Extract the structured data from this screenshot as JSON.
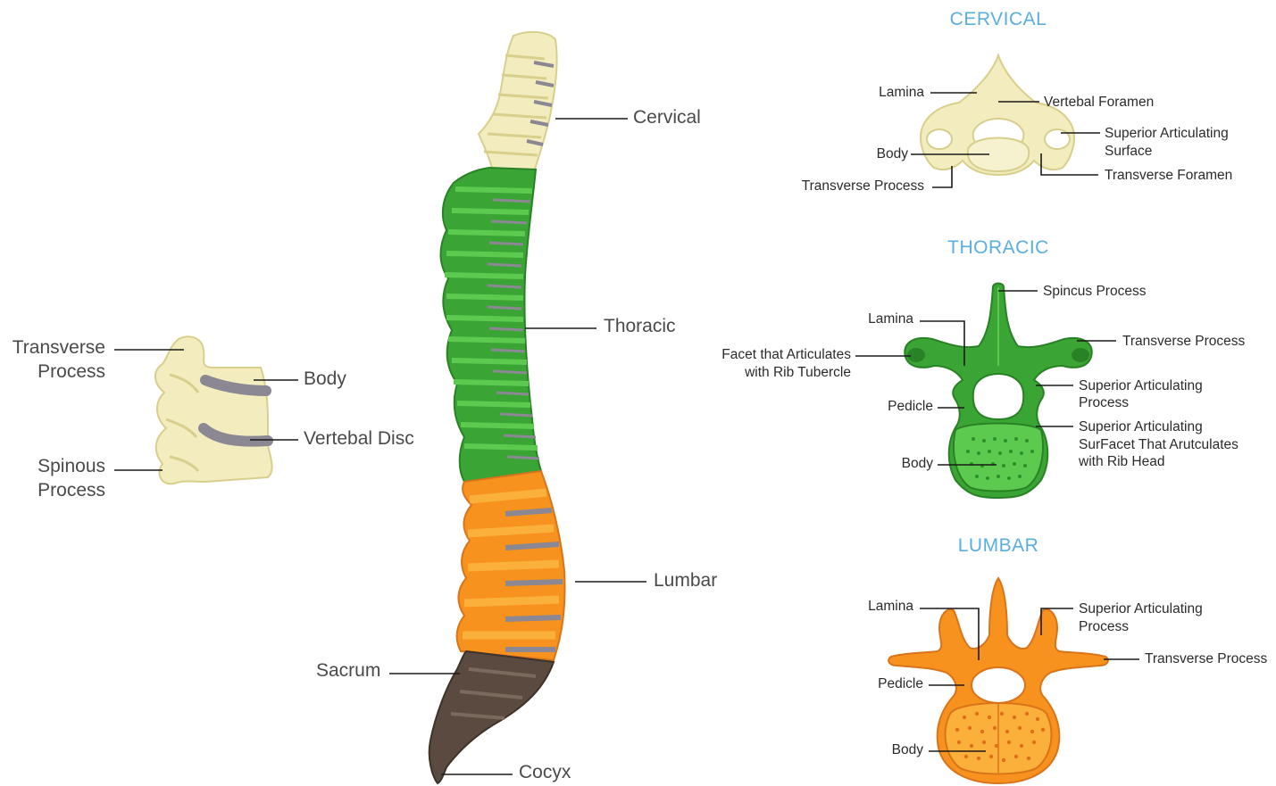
{
  "colors": {
    "cervical": "#f2ecbe",
    "cervical_dark": "#d8cf8c",
    "thoracic": "#3aa535",
    "thoracic_light": "#5cc94f",
    "lumbar": "#f7921e",
    "lumbar_light": "#fbb03b",
    "sacrum": "#5a4a3f",
    "disc": "#8b8793",
    "title": "#5aaee0"
  },
  "spine": {
    "cervical": "Cervical",
    "thoracic": "Thoracic",
    "lumbar": "Lumbar",
    "sacrum": "Sacrum",
    "cocyx": "Cocyx"
  },
  "detail": {
    "transverse_1": "Transverse",
    "transverse_2": "Process",
    "body": "Body",
    "disc": "Vertebal Disc",
    "spinous_1": "Spinous",
    "spinous_2": "Process"
  },
  "cervical": {
    "title": "CERVICAL",
    "lamina": "Lamina",
    "foramen": "Vertebal Foramen",
    "sup_1": "Superior Articulating",
    "sup_2": "Surface",
    "body": "Body",
    "trans_foramen": "Transverse Foramen",
    "trans_process": "Transverse Process"
  },
  "thoracic": {
    "title": "THORACIC",
    "spinous": "Spincus Process",
    "lamina": "Lamina",
    "transverse": "Transverse Process",
    "facet_1": "Facet that Articulates",
    "facet_2": "with Rib Tubercle",
    "sup_proc_1": "Superior Articulating",
    "sup_proc_2": "Process",
    "pedicle": "Pedicle",
    "sup_facet_1": "Superior Articulating",
    "sup_facet_2": "SurFacet That Arutculates",
    "sup_facet_3": "with Rib Head",
    "body": "Body"
  },
  "lumbar": {
    "title": "LUMBAR",
    "lamina": "Lamina",
    "sup_1": "Superior Articulating",
    "sup_2": "Process",
    "transverse": "Transverse Process",
    "pedicle": "Pedicle",
    "body": "Body"
  }
}
